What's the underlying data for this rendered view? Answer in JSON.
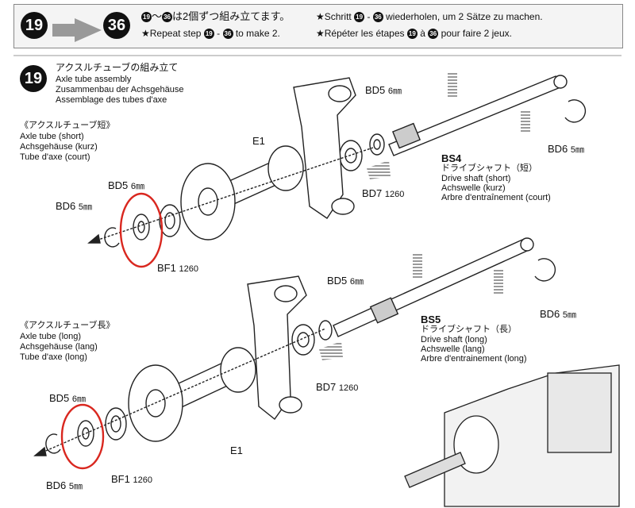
{
  "header": {
    "from_step": "19",
    "to_step": "36",
    "jp_line_from": "19",
    "jp_line_to": "36",
    "jp_line": "は2個ずつ組み立てます。",
    "en_line_pre": "★Repeat step",
    "en_line_dash": "-",
    "en_line_post": "to make 2.",
    "de_line_pre": "★Schritt",
    "de_line_dash": "-",
    "de_line_post": "wiederholen, um 2 Sätze zu machen.",
    "fr_line_pre": "★Répéter les étapes",
    "fr_line_and": "à",
    "fr_line_post": "pour faire 2 jeux."
  },
  "step": {
    "number": "19",
    "title_jp": "アクスルチューブの組み立て",
    "title_en": "Axle tube assembly",
    "title_de": "Zusammenbau der Achsgehäuse",
    "title_fr": "Assemblage des tubes d'axe"
  },
  "short_tube": {
    "jp": "《アクスルチューブ短》",
    "en": "Axle tube (short)",
    "de": "Achsgehäuse (kurz)",
    "fr": "Tube d'axe (court)"
  },
  "long_tube": {
    "jp": "《アクスルチューブ長》",
    "en": "Axle tube (long)",
    "de": "Achsgehäuse (lang)",
    "fr": "Tube d'axe (long)"
  },
  "labels": {
    "bd5_top": "BD5",
    "bd5_top_size": "6㎜",
    "e1_top": "E1",
    "bd7_top": "BD7",
    "bd7_top_num": "1260",
    "bs4": "BS4",
    "bs4_jp": "ドライブシャフト（短）",
    "bs4_en": "Drive shaft (short)",
    "bs4_de": "Achswelle (kurz)",
    "bs4_fr": "Arbre d'entraînement (court)",
    "bd6_top_right": "BD6",
    "bd6_top_right_size": "5㎜",
    "bd5_left": "BD5",
    "bd5_left_size": "6㎜",
    "bd6_left": "BD6",
    "bd6_left_size": "5㎜",
    "bf1_top": "BF1",
    "bf1_top_num": "1260",
    "bd5_mid": "BD5",
    "bd5_mid_size": "6㎜",
    "bs5": "BS5",
    "bs5_jp": "ドライブシャフト（長）",
    "bs5_en": "Drive shaft (long)",
    "bs5_de": "Achswelle (lang)",
    "bs5_fr": "Arbre d'entrainement (long)",
    "bd6_mid_right": "BD6",
    "bd6_mid_right_size": "5㎜",
    "bd7_bottom": "BD7",
    "bd7_bottom_num": "1260",
    "bd5_bottom": "BD5",
    "bd5_bottom_size": "6㎜",
    "e1_bottom": "E1",
    "bd6_bottom": "BD6",
    "bd6_bottom_size": "5㎜",
    "bf1_bottom": "BF1",
    "bf1_bottom_num": "1260"
  },
  "colors": {
    "highlight": "#d9271f",
    "line": "#222222",
    "hatch": "#9a9a9a"
  }
}
